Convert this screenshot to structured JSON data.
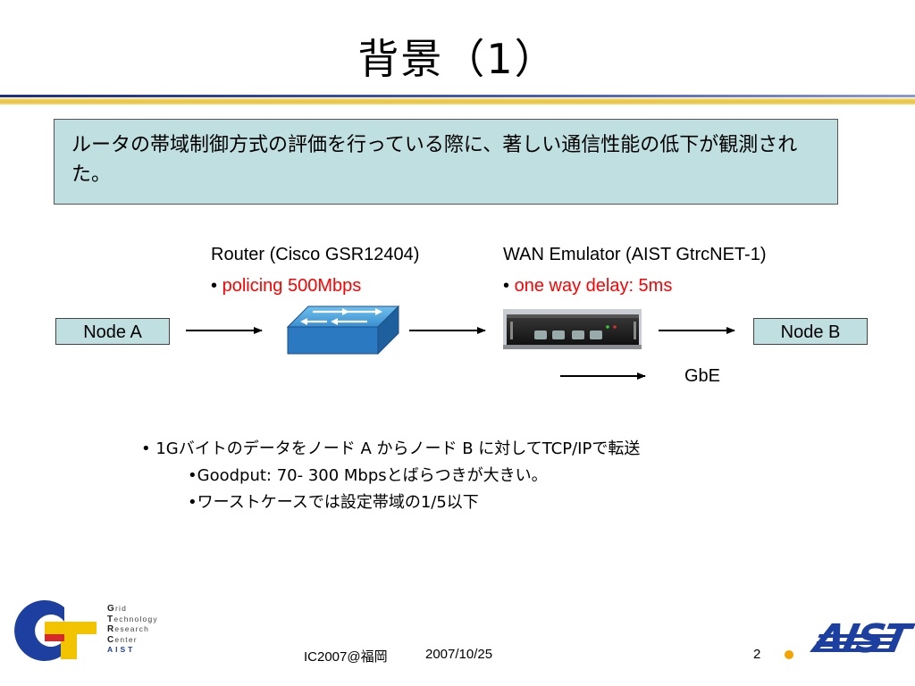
{
  "slide": {
    "title": "背景（1）",
    "intro": "ルータの帯域制御方式の評価を行っている際に、著しい通信性能の低下が観測された。"
  },
  "diagram": {
    "router_label": "Router (Cisco GSR12404)",
    "router_bullet": "•",
    "router_spec": "policing 500Mbps",
    "wan_label": "WAN Emulator (AIST GtrcNET-1)",
    "wan_bullet": "•",
    "wan_spec": "one way delay: 5ms",
    "node_a": "Node A",
    "node_b": "Node B",
    "legend_label": "GbE"
  },
  "bullets": {
    "main": "• 1Gバイトのデータをノード A からノード B に対してTCP/IPで転送",
    "sub1": "•Goodput: 70- 300 Mbpsとばらつきが大きい。",
    "sub2": "•ワーストケースでは設定帯域の1/5以下"
  },
  "footer": {
    "conference": "IC2007@福岡",
    "date": "2007/10/25",
    "page_number": "2",
    "left_logo_lines": [
      "Grid",
      "Technology",
      "Research",
      "Center",
      "AIST"
    ],
    "right_logo": "AIST"
  },
  "colors": {
    "box_fill": "#bfdfe1",
    "highlight": "#ff0000",
    "rule_navy": "#1c2f80",
    "rule_gold": "#e8c23a",
    "logo_blue": "#1d3fa0",
    "logo_yellow": "#f2c400",
    "logo_red": "#d42a2a"
  }
}
